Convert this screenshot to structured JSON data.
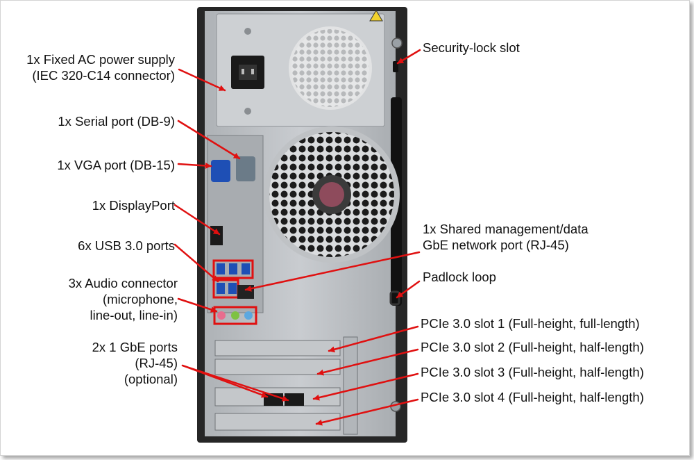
{
  "colors": {
    "arrow": "#e01010",
    "chassis": "#2a2a2a",
    "panel": "#b9bcc0",
    "psu": "#c8cbcd",
    "fan": "#1c1c1c",
    "port_blue": "#1e4fb5",
    "audio_pink": "#e86d8e",
    "audio_green": "#7ec243",
    "audio_blue": "#5ca8e0",
    "warning": "#f2d22e"
  },
  "labels": {
    "power_supply": [
      "1x Fixed AC power supply",
      "(IEC 320-C14 connector)"
    ],
    "serial_port": [
      "1x Serial port (DB-9)"
    ],
    "vga_port": [
      "1x VGA port (DB-15)"
    ],
    "displayport": [
      "1x DisplayPort"
    ],
    "usb_ports": [
      "6x USB 3.0 ports"
    ],
    "audio": [
      "3x Audio connector",
      "(microphone,",
      "line-out, line-in)"
    ],
    "gbe_ports": [
      "2x 1 GbE ports",
      "(RJ-45)",
      "(optional)"
    ],
    "security_lock": [
      "Security-lock slot"
    ],
    "mgmt_port": [
      "1x Shared management/data",
      "GbE network port (RJ-45)"
    ],
    "padlock": [
      "Padlock loop"
    ],
    "pcie1": [
      "PCIe 3.0 slot 1 (Full-height, full-length)"
    ],
    "pcie2": [
      "PCIe 3.0 slot 2 (Full-height, half-length)"
    ],
    "pcie3": [
      "PCIe 3.0 slot 3 (Full-height, half-length)"
    ],
    "pcie4": [
      "PCIe 3.0 slot 4 (Full-height, half-length)"
    ]
  }
}
